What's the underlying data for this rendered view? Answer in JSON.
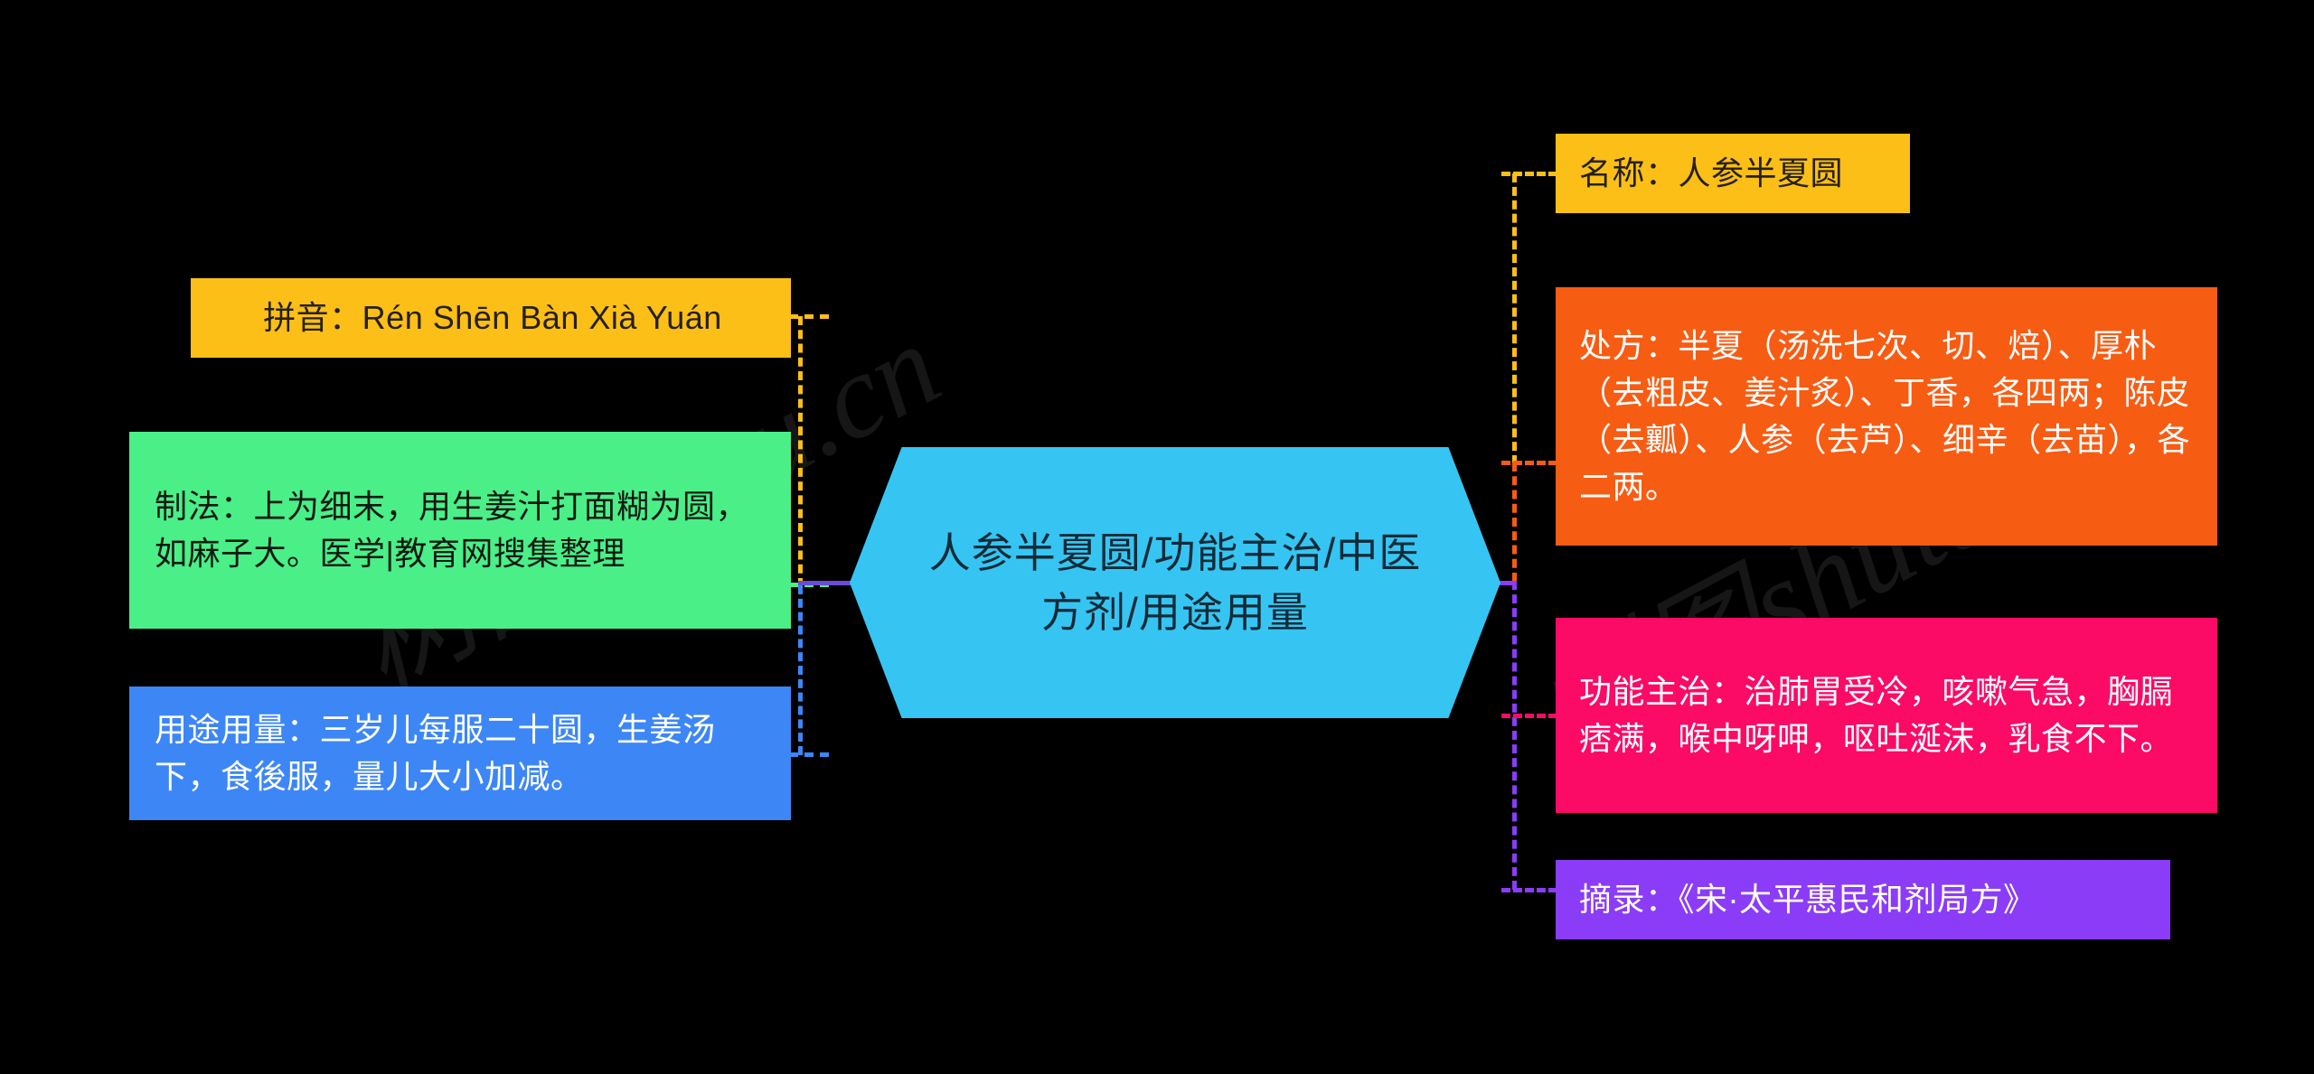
{
  "diagram": {
    "type": "mindmap",
    "background_color": "#000000",
    "title": "人参半夏圆/功能主治/中医方剂/用途用量",
    "center_node": {
      "label": "人参半夏圆/功能主治/中医方剂/用途用量",
      "shape": "hexagon",
      "fill_color": "#36C5F2",
      "text_color": "#112b38"
    },
    "left_branches": [
      {
        "key": "pinyin",
        "label": "拼音：Rén Shēn Bàn Xià Yuán",
        "fill_color": "#FBBF18",
        "text_color": "#262015"
      },
      {
        "key": "zhifa",
        "label": "制法：上为细末，用生姜汁打面糊为圆，如麻子大。医学|教育网搜集整理",
        "fill_color": "#4AEF88",
        "text_color": "#0d1a12"
      },
      {
        "key": "yongtu",
        "label": "用途用量：三岁儿每服二十圆，生姜汤下，食後服，量儿大小加减。",
        "fill_color": "#3D86F5",
        "text_color": "#ffffff"
      }
    ],
    "right_branches": [
      {
        "key": "mingcheng",
        "label": "名称：人参半夏圆",
        "fill_color": "#FBBF18",
        "text_color": "#262015"
      },
      {
        "key": "chufang",
        "label": "处方：半夏（汤洗七次、切、焙）、厚朴（去粗皮、姜汁炙）、丁香，各四两；陈皮（去瓤）、人参（去芦）、细辛（去苗），各二两。",
        "fill_color": "#F75C13",
        "text_color": "#ffffff"
      },
      {
        "key": "gongneng",
        "label": "功能主治：治肺胃受冷，咳嗽气急，胸膈痞满，喉中呀呷，呕吐涎沫，乳食不下。",
        "fill_color": "#FB0A66",
        "text_color": "#ffffff"
      },
      {
        "key": "zhailu",
        "label": "摘录：《宋·太平惠民和剂局方》",
        "fill_color": "#8B3CF7",
        "text_color": "#ffffff"
      }
    ],
    "watermarks": [
      {
        "text": "树图shutu.cn"
      },
      {
        "text": "树图shutu.cn"
      }
    ]
  }
}
